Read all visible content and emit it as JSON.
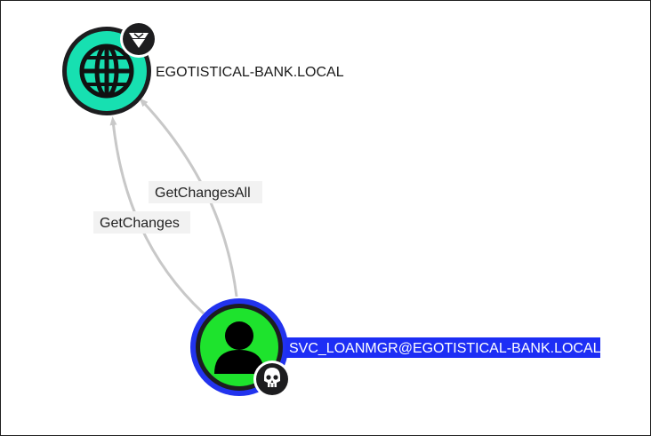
{
  "graph": {
    "nodes": [
      {
        "id": "domain",
        "label": "EGOTISTICAL-BANK.LOCAL",
        "type": "domain",
        "icon": "globe-icon",
        "badge_icon": "crown-gem-icon",
        "fill_color": "#17e0b1",
        "ring_color": "#1d1d1f",
        "label_color": "#1a1a1a",
        "label_background": "none",
        "selected": false
      },
      {
        "id": "user",
        "label": "SVC_LOANMGR@EGOTISTICAL-BANK.LOCAL",
        "type": "user",
        "icon": "user-icon",
        "badge_icon": "skull-icon",
        "fill_color": "#1ee32d",
        "ring_color": "#1d1d1f",
        "selected_ring_color": "#2233ee",
        "label_color": "#ffffff",
        "label_background": "#1d2ef5",
        "selected": true
      }
    ],
    "edges": [
      {
        "from": "user",
        "to": "domain",
        "label": "GetChanges"
      },
      {
        "from": "user",
        "to": "domain",
        "label": "GetChangesAll"
      }
    ],
    "edge_color": "#c8c8c8",
    "edge_label_background": "#f2f2f2"
  }
}
